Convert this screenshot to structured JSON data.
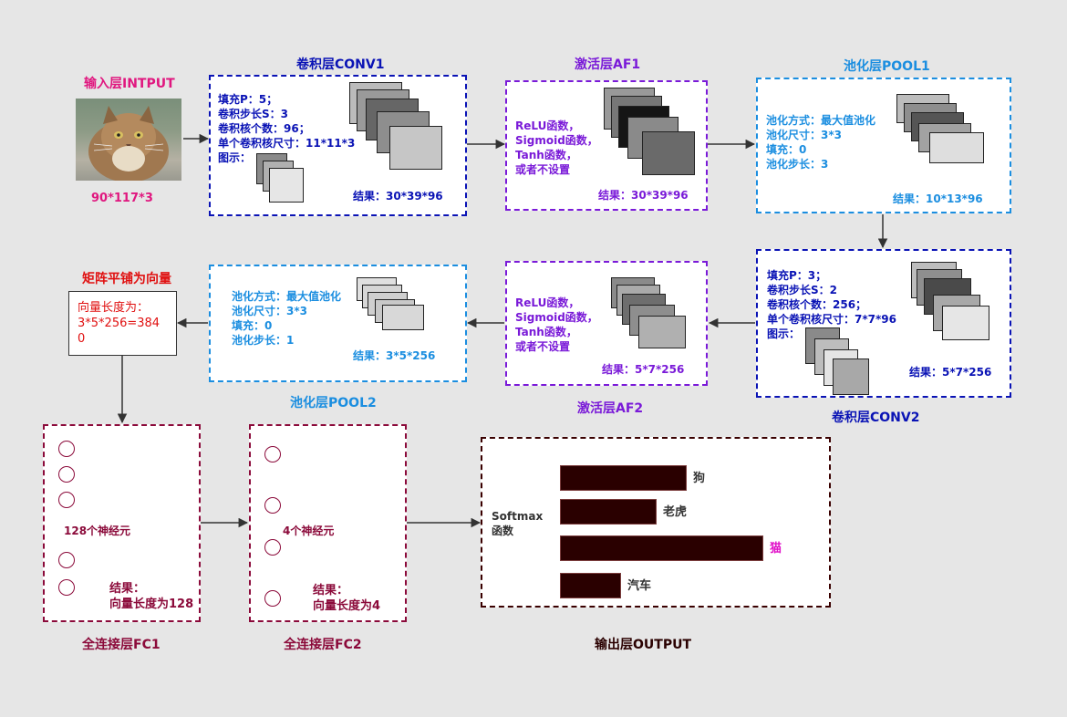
{
  "colors": {
    "conv": "#0a13b5",
    "af": "#7a1ad8",
    "pool": "#1b8ee0",
    "input": "#e0177f",
    "flatten": "#e01010",
    "fc": "#8b0a3a",
    "output": "#2a0000",
    "cat": "#e010c8"
  },
  "input": {
    "title": "输入层INTPUT",
    "size": "90*117*3"
  },
  "conv1": {
    "title": "卷积层CONV1",
    "lines": [
      "填充P：5；",
      "卷积步长S：3",
      "卷积核个数：96；",
      "单个卷积核尺寸：11*11*3",
      "图示："
    ],
    "result": "结果：30*39*96"
  },
  "af1": {
    "title": "激活层AF1",
    "lines": [
      "ReLU函数，",
      "Sigmoid函数，",
      "Tanh函数，",
      "或者不设置"
    ],
    "result": "结果：30*39*96"
  },
  "pool1": {
    "title": "池化层POOL1",
    "lines": [
      "池化方式：最大值池化",
      "池化尺寸：3*3",
      "填充：0",
      "池化步长：3"
    ],
    "result": "结果：10*13*96"
  },
  "conv2": {
    "title": "卷积层CONV2",
    "lines": [
      "填充P：3；",
      "卷积步长S：2",
      "卷积核个数：256；",
      "单个卷积核尺寸：7*7*96",
      "图示："
    ],
    "result": "结果：5*7*256"
  },
  "af2": {
    "title": "激活层AF2",
    "lines": [
      "ReLU函数，",
      "Sigmoid函数，",
      "Tanh函数，",
      "或者不设置"
    ],
    "result": "结果：5*7*256"
  },
  "pool2": {
    "title": "池化层POOL2",
    "lines": [
      "池化方式：最大值池化",
      "池化尺寸：3*3",
      "填充：0",
      "池化步长：1"
    ],
    "result": "结果：3*5*256"
  },
  "flatten": {
    "title": "矩阵平铺为向量",
    "lines": [
      "向量长度为：",
      "3*5*256=384",
      "0"
    ]
  },
  "fc1": {
    "title": "全连接层FC1",
    "neurons_label": "128个神经元",
    "result_lines": [
      "结果：",
      "向量长度为128"
    ]
  },
  "fc2": {
    "title": "全连接层FC2",
    "neurons_label": "4个神经元",
    "result_lines": [
      "结果：",
      "向量长度为4"
    ]
  },
  "output": {
    "title": "输出层OUTPUT",
    "softmax_lines": [
      "Softmax",
      "函数"
    ],
    "classes": [
      {
        "label": "狗",
        "value": 0.58,
        "highlight": false
      },
      {
        "label": "老虎",
        "value": 0.44,
        "highlight": false
      },
      {
        "label": "猫",
        "value": 0.93,
        "highlight": true
      },
      {
        "label": "汽车",
        "value": 0.28,
        "highlight": false
      }
    ]
  }
}
